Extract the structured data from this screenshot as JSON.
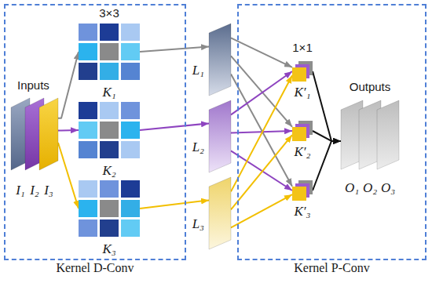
{
  "diagram": {
    "nodes": [
      {
        "text": [
          "Kernel D-Conv"
        ]
      },
      {
        "text": [
          "I₁"
        ],
        "in": 0
      },
      {
        "text": [
          "I₂"
        ],
        "in": 0
      },
      {
        "text": [
          "I₃"
        ],
        "in": 0
      },
      {
        "text": [
          "K₁"
        ],
        "in": 0
      },
      {
        "text": [
          "K₂"
        ],
        "in": 0
      },
      {
        "text": [
          "K₃"
        ],
        "in": 0
      },
      {
        "text": [
          "L₁"
        ]
      },
      {
        "text": [
          "L₂"
        ]
      },
      {
        "text": [
          "L₃"
        ]
      },
      {
        "text": [
          "Kernel P-Conv"
        ]
      },
      {
        "text": [
          "K′₁"
        ],
        "in": 10
      },
      {
        "text": [
          "K′₂"
        ],
        "in": 10
      },
      {
        "text": [
          "K′₃"
        ],
        "in": 10
      },
      {
        "text": [
          "O₁"
        ],
        "in": 10
      },
      {
        "text": [
          "O₂"
        ],
        "in": 10
      },
      {
        "text": [
          "O₃"
        ],
        "in": 10
      }
    ],
    "edges": [
      {
        "from": 1,
        "to": 4,
        "arrow": "to"
      },
      {
        "from": 2,
        "to": 5,
        "arrow": "to"
      },
      {
        "from": 3,
        "to": 6,
        "arrow": "to"
      },
      {
        "from": 4,
        "to": 7,
        "arrow": "to"
      },
      {
        "from": 5,
        "to": 8,
        "arrow": "to"
      },
      {
        "from": 6,
        "to": 9,
        "arrow": "to"
      },
      {
        "from": 7,
        "to": 11,
        "arrow": "to"
      },
      {
        "from": 7,
        "to": 12,
        "arrow": "to"
      },
      {
        "from": 7,
        "to": 13,
        "arrow": "to"
      },
      {
        "from": 8,
        "to": 11,
        "arrow": "to"
      },
      {
        "from": 8,
        "to": 12,
        "arrow": "to"
      },
      {
        "from": 8,
        "to": 13,
        "arrow": "to"
      },
      {
        "from": 9,
        "to": 11,
        "arrow": "to"
      },
      {
        "from": 9,
        "to": 12,
        "arrow": "to"
      },
      {
        "from": 9,
        "to": 13,
        "arrow": "to"
      },
      {
        "from": 11,
        "to": 14,
        "arrow": "to"
      },
      {
        "from": 12,
        "to": 14,
        "arrow": "to"
      },
      {
        "from": 13,
        "to": 14,
        "arrow": "to"
      }
    ],
    "labels": [
      "Inputs",
      "3×3",
      "1×1",
      "Outputs"
    ]
  }
}
